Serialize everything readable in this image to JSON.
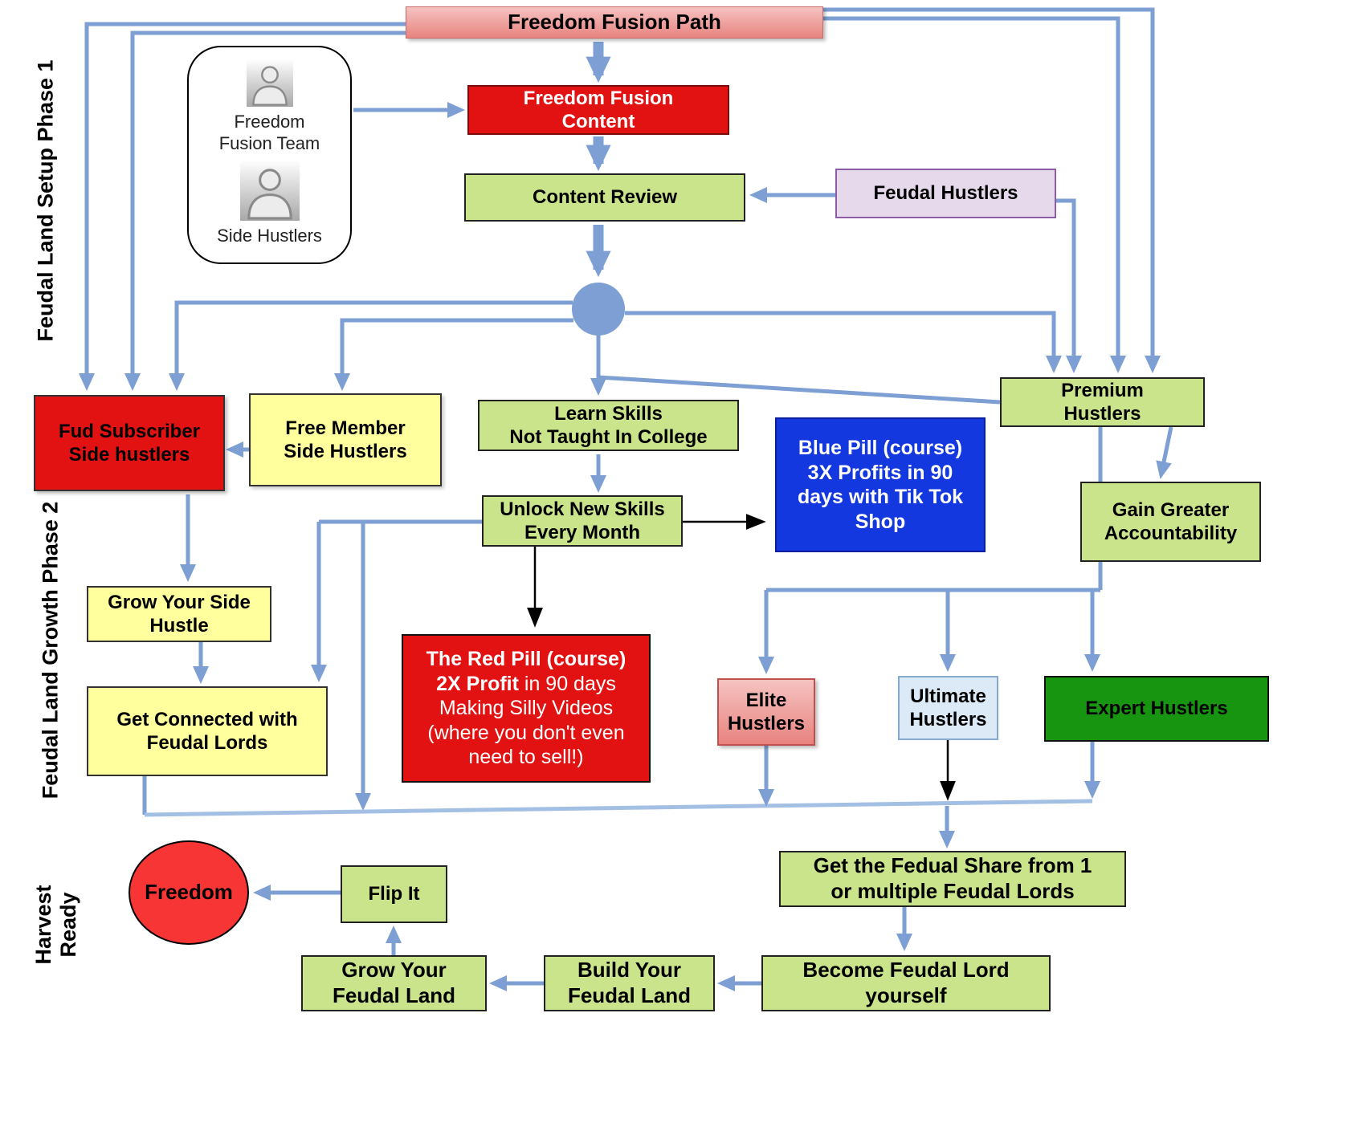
{
  "phase_labels": {
    "phase1": "Feudal Land Setup Phase 1",
    "phase2": "Feudal Land Growth Phase 2",
    "harvest": "Harvest\nReady"
  },
  "team_box": {
    "member1": "Freedom\nFusion Team",
    "member2": "Side Hustlers"
  },
  "icons": {
    "team_member1": "person-icon",
    "team_member2": "person-icon"
  },
  "nodes": {
    "freedom_fusion_path": "Freedom Fusion Path",
    "freedom_fusion_content": "Freedom Fusion\nContent",
    "content_review": "Content Review",
    "feudal_hustlers": "Feudal Hustlers",
    "fud_subscriber": "Fud Subscriber\nSide hustlers",
    "free_member": "Free Member\nSide Hustlers",
    "learn_skills": "Learn Skills\nNot Taught In College",
    "blue_pill": "Blue Pill (course)\n3X Profits in 90\ndays with Tik Tok\nShop",
    "premium_hustlers": "Premium\nHustlers",
    "gain_greater": "Gain Greater\nAccountability",
    "unlock_skills": "Unlock New Skills\nEvery Month",
    "grow_side_hustle": "Grow Your Side\nHustle",
    "get_connected": "Get Connected with\nFeudal Lords",
    "elite_hustlers": "Elite\nHustlers",
    "ultimate_hustlers": "Ultimate\nHustlers",
    "expert_hustlers": "Expert Hustlers",
    "freedom": "Freedom",
    "flip_it": "Flip It",
    "get_feudal_share": "Get the Fedual Share from 1\nor multiple Feudal Lords",
    "grow_feudal_land": "Grow Your\nFeudal Land",
    "build_feudal_land": "Build Your\nFeudal Land",
    "become_feudal_lord": "Become Feudal Lord\nyourself"
  },
  "red_pill": {
    "line1": "The Red Pill (course)",
    "line2_bold": "2X Profit",
    "line2_rest": " in 90 days",
    "line3": "Making Silly Videos",
    "line4": "(where you don't even",
    "line5": "need to sell!)"
  },
  "colors": {
    "arrow_blue": "#7d9fd3",
    "arrow_light": "#a3c0e4",
    "red_box": "#e31212",
    "green_box": "#c9e48a",
    "yellow_box": "#ffff9e",
    "blue_box": "#1438e0",
    "dkgreen_box": "#179410",
    "lavender_box": "#e6d9ec",
    "ltblue_box": "#dcE9f7",
    "pink_light": "#f5c3c1",
    "pink_dark": "#e8837f",
    "freedom_red": "#f73535"
  }
}
